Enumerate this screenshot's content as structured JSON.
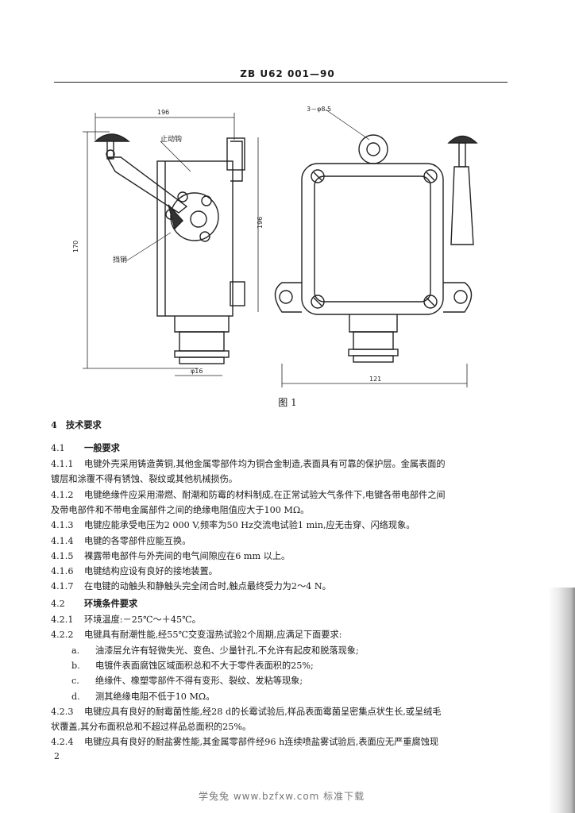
{
  "header": {
    "code": "ZB U62 001—90"
  },
  "figure": {
    "caption": "图 1",
    "dims": {
      "top": "196",
      "left": "170",
      "mid": "196",
      "bottom_left": "φ16",
      "bottom_right": "121",
      "holes": "3－φ8.5"
    },
    "labels": {
      "lever": "止动钩",
      "pin": "挡销"
    }
  },
  "section": {
    "title": "4　技术要求",
    "s41": {
      "num": "4.1",
      "title": "一般要求"
    },
    "items41": [
      {
        "num": "4.1.1",
        "text": "电键外壳采用铸造黄铜,其他金属零部件均为铜合金制造,表面具有可靠的保护层。金属表面的"
      },
      {
        "cont": "镀层和涂覆不得有锈蚀、裂纹或其他机械损伤。"
      },
      {
        "num": "4.1.2",
        "text": "电键绝缘件应采用滞燃、耐潮和防霉的材料制成,在正常试验大气条件下,电键各带电部件之间"
      },
      {
        "cont": "及带电部件和不带电金属部件之间的绝缘电阻值应大于100 MΩ。"
      },
      {
        "num": "4.1.3",
        "text": "电键应能承受电压为2 000 V,频率为50 Hz交流电试验1 min,应无击穿、闪络现象。"
      },
      {
        "num": "4.1.4",
        "text": "电键的各零部件应能互换。"
      },
      {
        "num": "4.1.5",
        "text": "裸露带电部件与外壳间的电气间隙应在6 mm 以上。"
      },
      {
        "num": "4.1.6",
        "text": "电键结构应设有良好的接地装置。"
      },
      {
        "num": "4.1.7",
        "text": "在电键的动触头和静触头完全闭合时,触点最终受力为2～4 N。"
      }
    ],
    "s42": {
      "num": "4.2",
      "title": "环境条件要求"
    },
    "items42": [
      {
        "num": "4.2.1",
        "text": "环境温度:－25℃～＋45℃。"
      },
      {
        "num": "4.2.2",
        "text": "电键具有耐潮性能,经55℃交变湿热试验2个周期,应满足下面要求:"
      },
      {
        "sub": "a.",
        "text": "油漆层允许有轻微失光、变色、少量针孔,不允许有起皮和脱落现象;"
      },
      {
        "sub": "b.",
        "text": "电镀件表面腐蚀区域面积总和不大于零件表面积的25%;"
      },
      {
        "sub": "c.",
        "text": "绝缘件、橡塑零部件不得有变形、裂纹、发粘等现象;"
      },
      {
        "sub": "d.",
        "text": "测其绝缘电阻不低于10 MΩ。"
      },
      {
        "num": "4.2.3",
        "text": "电键应具有良好的耐霉菌性能,经28 d的长霉试验后,样品表面霉菌呈密集点状生长,或呈绒毛"
      },
      {
        "cont": "状覆盖,其分布面积总和不超过样品总面积的25%。"
      },
      {
        "num": "4.2.4",
        "text": "电键应具有良好的耐盐雾性能,其金属零部件经96 h连续喷盐雾试验后,表面应无严重腐蚀现"
      }
    ]
  },
  "page_number": "2",
  "footer": "学兔兔 www.bzfxw.com 标准下载"
}
